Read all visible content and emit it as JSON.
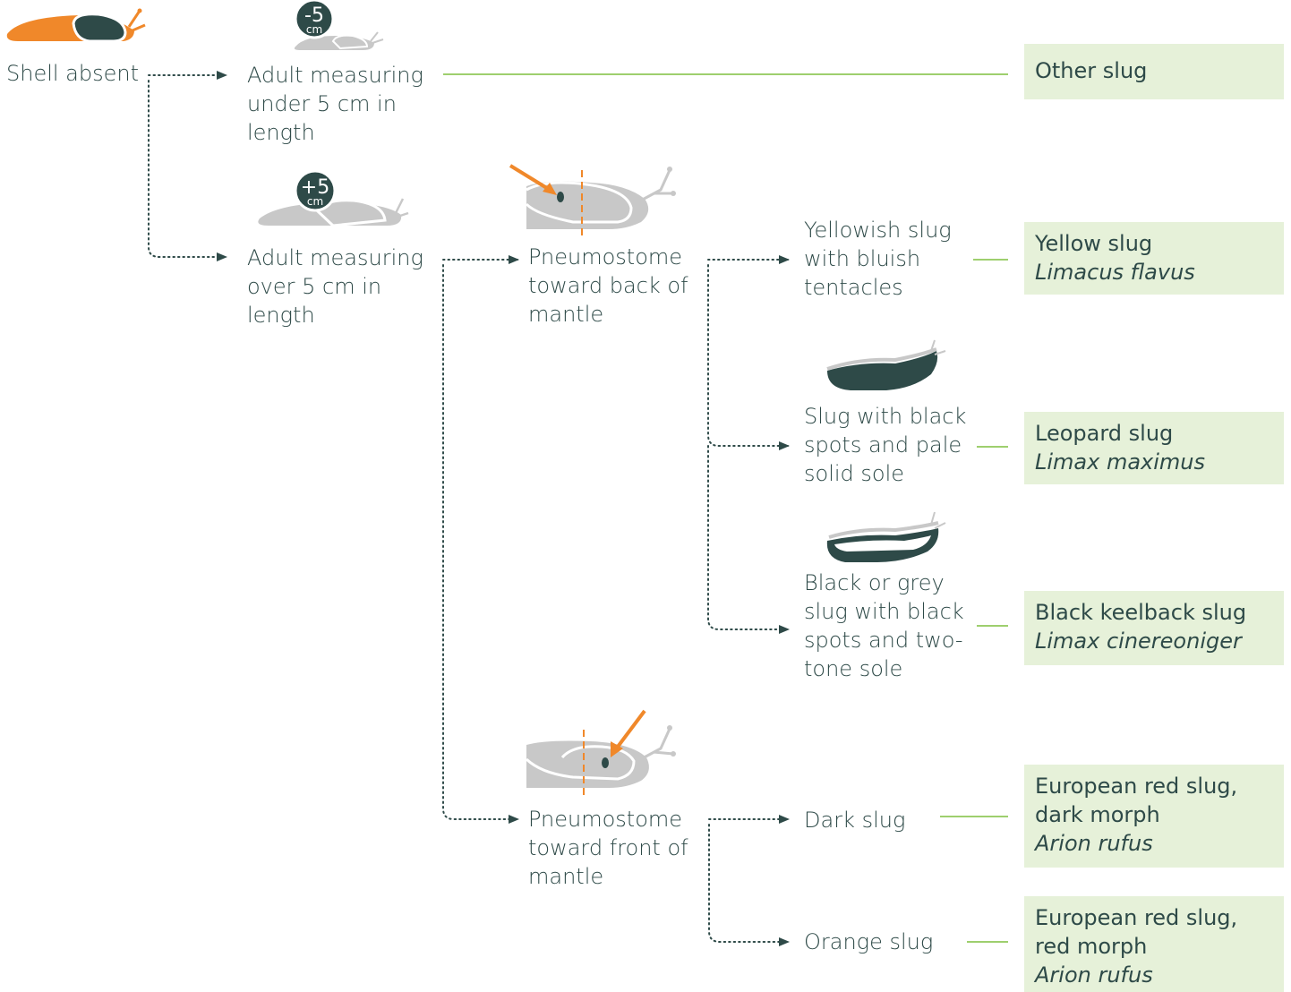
{
  "nodes": {
    "shell_absent": "Shell absent",
    "under5": "Adult measuring under 5 cm in length",
    "over5": "Adult measuring over 5 cm in length",
    "pneumo_back": "Pneumostome toward back of mantle",
    "pneumo_front": "Pneumostome toward front of mantle",
    "yellowish": "Yellowish slug with bluish tentacles",
    "black_spots_pale": "Slug with black spots and pale solid sole",
    "black_grey": "Black or grey slug with black spots and two-tone sole",
    "dark": "Dark slug",
    "orange": "Orange slug"
  },
  "badges": {
    "under": {
      "value": "-5",
      "unit": "cm"
    },
    "over": {
      "value": "+5",
      "unit": "cm"
    }
  },
  "results": {
    "other": {
      "name": "Other slug",
      "sci": ""
    },
    "yellow": {
      "name": "Yellow slug",
      "sci": "Limacus flavus"
    },
    "leopard": {
      "name": "Leopard slug",
      "sci": "Limax maximus"
    },
    "keelback": {
      "name": "Black keelback slug",
      "sci": "Limax cinereoniger"
    },
    "red_dark": {
      "name": "European red slug, dark morph",
      "sci": "Arion rufus"
    },
    "red_red": {
      "name": "European red slug, red morph",
      "sci": "Arion rufus"
    }
  },
  "colors": {
    "text": "#2e4a48",
    "accent": "#f0882a",
    "result_bg": "#e6f1d9",
    "connector_green": "#7fbf3f",
    "silhouette_grey": "#c8c8c8",
    "dark_slug": "#2e4a48"
  },
  "icons": [
    "orange-slug-icon",
    "small-grey-snail-icon",
    "large-grey-snail-icon",
    "pneumostome-back-icon",
    "pneumostome-front-icon",
    "spotted-slug-icon",
    "two-tone-slug-icon"
  ]
}
